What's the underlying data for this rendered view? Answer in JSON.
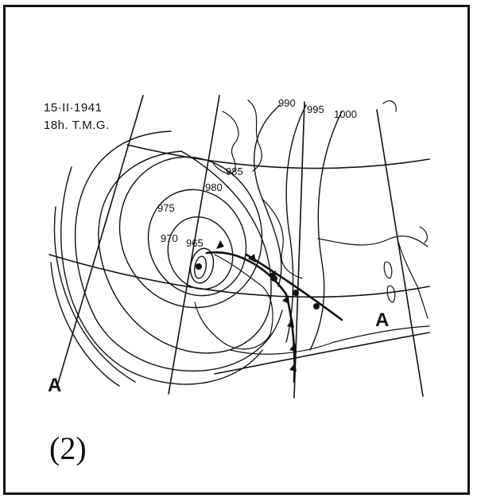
{
  "map": {
    "date": "15·II·1941",
    "time": "18h. T.M.G.",
    "isobars": [
      "965",
      "970",
      "975",
      "980",
      "985",
      "990",
      "995",
      "1000"
    ],
    "high_pressure_symbol": "A",
    "colors": {
      "ink": "#111111",
      "paper": "#ffffff"
    }
  },
  "caption": "(2)"
}
